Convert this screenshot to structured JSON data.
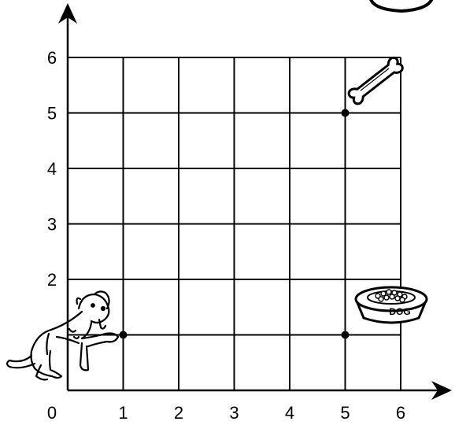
{
  "chart_data": {
    "type": "scatter",
    "xlim": [
      0,
      6
    ],
    "ylim": [
      0,
      6
    ],
    "grid": true,
    "x_ticks": [
      "0",
      "1",
      "2",
      "3",
      "4",
      "5",
      "6"
    ],
    "y_ticks": [
      "2",
      "3",
      "4",
      "5",
      "6"
    ],
    "points": [
      {
        "x": 1,
        "y": 1,
        "marker": "dog-icon"
      },
      {
        "x": 5,
        "y": 1,
        "marker": "dog-bowl-icon"
      },
      {
        "x": 5,
        "y": 5,
        "marker": "bone-icon"
      }
    ]
  },
  "bowl_text": "DOG"
}
